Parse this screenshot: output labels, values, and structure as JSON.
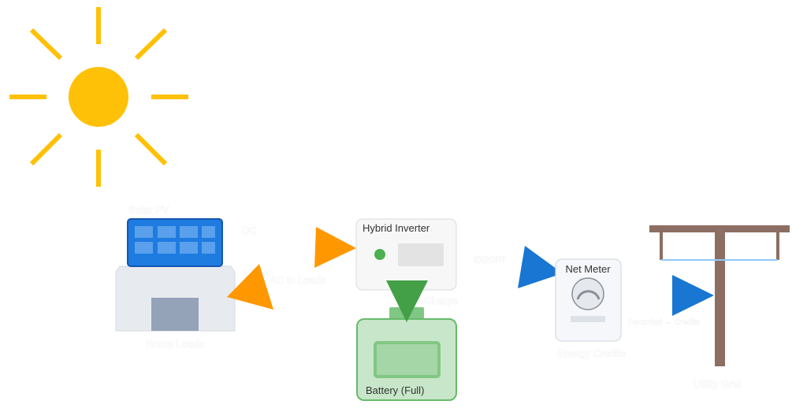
{
  "colors": {
    "sun": "#FFC107",
    "solar_fill": "#1E7BE0",
    "solar_border": "#1456B0",
    "solar_cell": "#5AA0EC",
    "house_fill": "#E7EAEF",
    "house_border": "#D5DAE2",
    "door": "#94A3B8",
    "dc_arrow": "#FF9800",
    "charge_arrow": "#43A047",
    "inverter_fill": "#F7F7F7",
    "inverter_border": "#D7DBE0",
    "inverter_led": "#4CAF50",
    "inverter_display": "#E3E3E3",
    "battery_fill": "#C8E6C9",
    "battery_border": "#66BB6A",
    "battery_inner": "#81C784",
    "battery_inner_fill": "#A5D6A7",
    "export_arrow": "#1976D2",
    "meter_fill": "#F5F7FA",
    "meter_border": "#D5DBE2",
    "meter_dial_fill": "#E5E8EC",
    "meter_dial_stroke": "#8A9099",
    "meter_bar": "#DDE2E8",
    "pole": "#8D6E63",
    "wire": "#90CAF9"
  },
  "nodes": {
    "solar": {
      "label": "Solar PV",
      "icon": "solar-panel-icon"
    },
    "home": {
      "label": "Home Loads",
      "icon": "house-icon"
    },
    "inverter": {
      "label": "Hybrid Inverter",
      "icon": "inverter-icon"
    },
    "battery": {
      "label": "Battery (Full)",
      "icon": "battery-icon"
    },
    "meter": {
      "label": "Net Meter",
      "icon": "meter-icon",
      "caption": "Energy Credits"
    },
    "grid": {
      "label": "Utility Grid",
      "icon": "utility-pole-icon"
    },
    "sun": {
      "icon": "sun-icon"
    }
  },
  "flows": {
    "dc": "DC",
    "ac_loads": "AC to Loads",
    "charge": "Charge",
    "export": "EXPORT",
    "recorded": "Recorded → Credits"
  }
}
